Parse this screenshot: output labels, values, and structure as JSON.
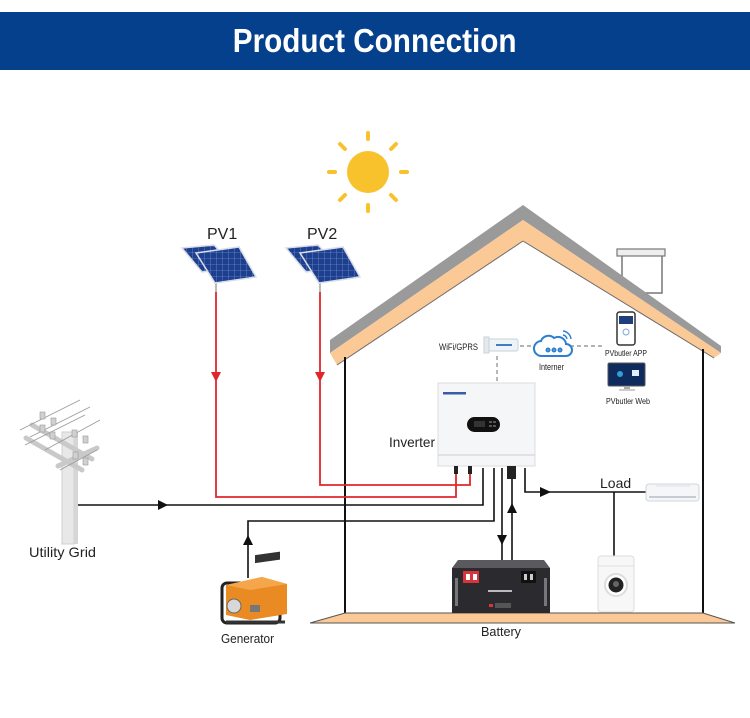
{
  "header": {
    "title": "Product Connection"
  },
  "colors": {
    "header_bg": "#05408c",
    "pv_wire": "#e0262b",
    "wire": "#111111",
    "sun": "#f8c22c",
    "roof_fill": "#fbc996",
    "roof_edge": "#9a9a9a",
    "wifi_link": "#888888",
    "cloud": "#2c7fd0"
  },
  "labels": {
    "pv1": "PV1",
    "pv2": "PV2",
    "utility_grid": "Utility Grid",
    "generator": "Generator",
    "inverter": "Inverter",
    "battery": "Battery",
    "load": "Load",
    "wifi": "WiFi/GPRS",
    "internet": "Interner",
    "app": "PVbutler APP",
    "web": "PVbutler Web"
  },
  "icons": {
    "sun": "sun-icon",
    "solar_panel": "solar-panel-icon",
    "utility_pole": "utility-pole-icon",
    "generator": "generator-icon",
    "inverter": "inverter-icon",
    "battery": "battery-icon",
    "air_conditioner": "air-conditioner-icon",
    "washing_machine": "washing-machine-icon",
    "wifi_module": "wifi-dongle-icon",
    "cloud": "cloud-icon",
    "phone": "smartphone-icon",
    "monitor": "monitor-icon"
  }
}
